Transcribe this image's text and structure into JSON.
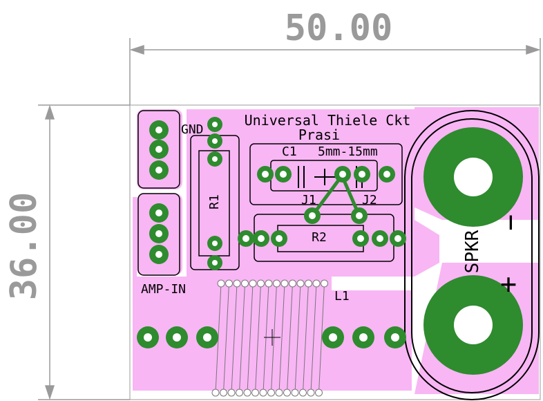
{
  "dimensions": {
    "width_label": "50.00",
    "height_label": "36.00"
  },
  "board": {
    "title_line1": "Universal Thiele Ckt",
    "title_line2": "Prasi"
  },
  "labels": {
    "gnd": "GND",
    "amp_in": "AMP-IN",
    "r1": "R1",
    "r2": "R2",
    "c1": "C1",
    "c1_size": "5mm-15mm",
    "j1": "J1",
    "j2": "J2",
    "l1": "L1",
    "spkr": "SPKR",
    "minus": "−",
    "plus": "+"
  },
  "colors": {
    "copper": "#f8b6f4",
    "pad": "#2e8b2e",
    "silkscreen": "#000000",
    "dimension": "#9a9a9a",
    "trace": "#000000"
  }
}
